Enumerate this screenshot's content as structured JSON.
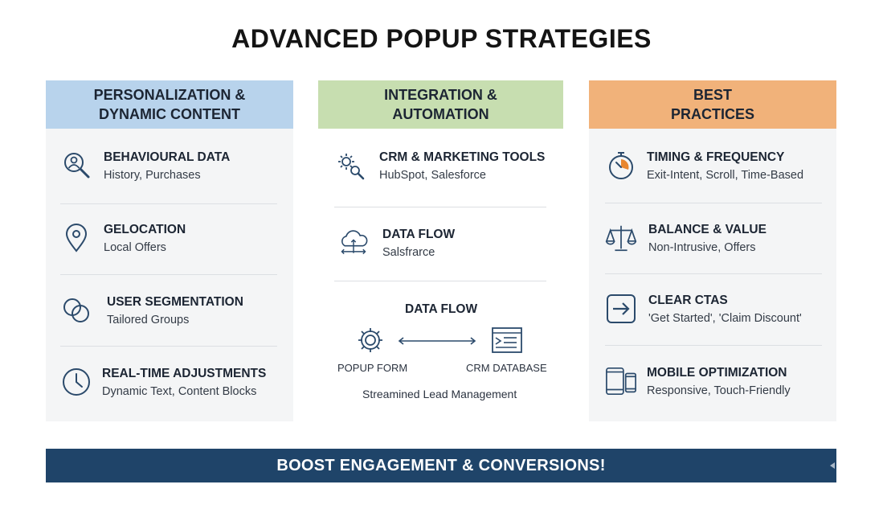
{
  "title": "ADVANCED POPUP STRATEGIES",
  "columns": [
    {
      "header": "PERSONALIZATION &\nDYNAMIC CONTENT",
      "color": "#b8d3ec",
      "items": [
        {
          "icon": "magnifier-user-icon",
          "heading": "BEHAVIOURAL DATA",
          "sub": "History, Purchases"
        },
        {
          "icon": "location-pin-icon",
          "heading": "GELOCATION",
          "sub": "Local Offers"
        },
        {
          "icon": "overlapping-circles-icon",
          "heading": "USER SEGMENTATION",
          "sub": "Tailored Groups"
        },
        {
          "icon": "clock-icon",
          "heading": "REAL-TIME ADJUSTMENTS",
          "sub": "Dynamic Text, Content Blocks"
        }
      ]
    },
    {
      "header": "INTEGRATION &\nAUTOMATION",
      "color": "#c7deb0",
      "items": [
        {
          "icon": "gears-magnifier-icon",
          "heading": "CRM & MARKETING TOOLS",
          "sub": "HubSpot, Salesforce"
        },
        {
          "icon": "cloud-sync-icon",
          "heading": "DATA FLOW",
          "sub": "Salsfrarce"
        }
      ],
      "flow": {
        "title": "DATA FLOW",
        "left_label": "POPUP FORM",
        "right_label": "CRM DATABASE",
        "caption": "Streamined Lead Management"
      }
    },
    {
      "header": "BEST\nPRACTICES",
      "color": "#f1b27a",
      "items": [
        {
          "icon": "stopwatch-icon",
          "heading": "TIMING & FREQUENCY",
          "sub": "Exit-Intent, Scroll, Time-Based"
        },
        {
          "icon": "balance-scale-icon",
          "heading": "BALANCE & VALUE",
          "sub": "Non-Intrusive, Offers"
        },
        {
          "icon": "arrow-box-icon",
          "heading": "CLEAR CTAS",
          "sub": "'Get Started', 'Claim Discount'"
        },
        {
          "icon": "mobile-devices-icon",
          "heading": "MOBILE OPTIMIZATION",
          "sub": "Responsive, Touch-Friendly"
        }
      ]
    }
  ],
  "banner": "BOOST ENGAGEMENT & CONVERSIONS!",
  "colors": {
    "banner": "#1f4469",
    "accent_orange": "#e8862f",
    "icon_stroke": "#2b4a6b"
  }
}
